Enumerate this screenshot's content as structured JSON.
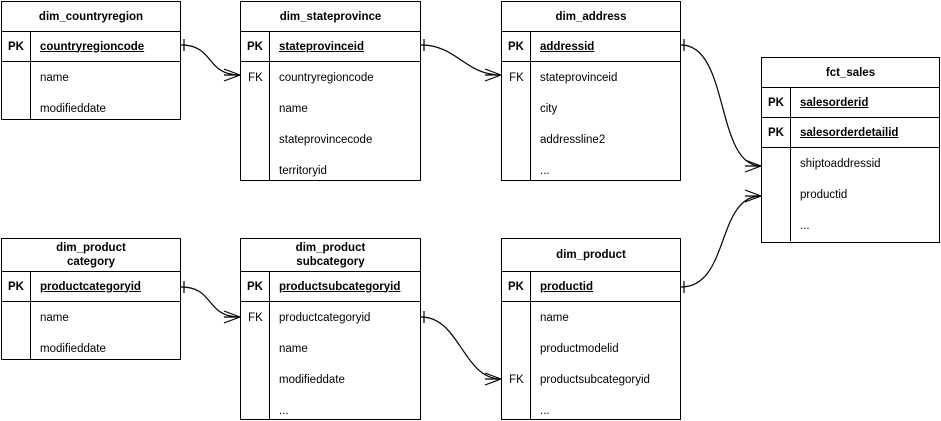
{
  "diagram": {
    "type": "entity-relationship-diagram",
    "title_lines_separator": " ",
    "key_labels": {
      "pk": "PK",
      "fk": "FK"
    },
    "ellipsis": "..."
  },
  "entities": [
    {
      "id": "dim_countryregion",
      "title": [
        "dim_countryregion"
      ],
      "keys": [
        {
          "tag": "PK",
          "name": "countryregioncode"
        }
      ],
      "attributes": [
        {
          "tag": "",
          "name": "name"
        },
        {
          "tag": "",
          "name": "modifieddate"
        }
      ]
    },
    {
      "id": "dim_stateprovince",
      "title": [
        "dim_stateprovince"
      ],
      "keys": [
        {
          "tag": "PK",
          "name": "stateprovinceid"
        }
      ],
      "attributes": [
        {
          "tag": "FK",
          "name": "countryregioncode"
        },
        {
          "tag": "",
          "name": "name"
        },
        {
          "tag": "",
          "name": "stateprovincecode"
        },
        {
          "tag": "",
          "name": "territoryid"
        }
      ]
    },
    {
      "id": "dim_address",
      "title": [
        "dim_address"
      ],
      "keys": [
        {
          "tag": "PK",
          "name": "addressid"
        }
      ],
      "attributes": [
        {
          "tag": "FK",
          "name": "stateprovinceid"
        },
        {
          "tag": "",
          "name": "city"
        },
        {
          "tag": "",
          "name": "addressline2"
        },
        {
          "tag": "",
          "name": "..."
        }
      ]
    },
    {
      "id": "fct_sales",
      "title": [
        "fct_sales"
      ],
      "keys": [
        {
          "tag": "PK",
          "name": "salesorderid"
        },
        {
          "tag": "PK",
          "name": "salesorderdetailid"
        }
      ],
      "attributes": [
        {
          "tag": "",
          "name": "shiptoaddressid"
        },
        {
          "tag": "",
          "name": "productid"
        },
        {
          "tag": "",
          "name": "..."
        }
      ]
    },
    {
      "id": "dim_productcategory",
      "title": [
        "dim_product",
        "category"
      ],
      "keys": [
        {
          "tag": "PK",
          "name": "productcategoryid"
        }
      ],
      "attributes": [
        {
          "tag": "",
          "name": "name"
        },
        {
          "tag": "",
          "name": "modifieddate"
        }
      ]
    },
    {
      "id": "dim_productsubcategory",
      "title": [
        "dim_product",
        "subcategory"
      ],
      "keys": [
        {
          "tag": "PK",
          "name": "productsubcategoryid"
        }
      ],
      "attributes": [
        {
          "tag": "FK",
          "name": "productcategoryid"
        },
        {
          "tag": "",
          "name": "name"
        },
        {
          "tag": "",
          "name": "modifieddate"
        },
        {
          "tag": "",
          "name": "..."
        }
      ]
    },
    {
      "id": "dim_product",
      "title": [
        "dim_product"
      ],
      "keys": [
        {
          "tag": "PK",
          "name": "productid"
        }
      ],
      "attributes": [
        {
          "tag": "",
          "name": "name"
        },
        {
          "tag": "",
          "name": "productmodelid"
        },
        {
          "tag": "FK",
          "name": "productsubcategoryid"
        },
        {
          "tag": "",
          "name": "..."
        }
      ]
    }
  ],
  "relationships": [
    {
      "from": "dim_countryregion.countryregioncode",
      "to": "dim_stateprovince.countryregioncode",
      "cardinality": "one-to-many"
    },
    {
      "from": "dim_stateprovince.stateprovinceid",
      "to": "dim_address.stateprovinceid",
      "cardinality": "one-to-many"
    },
    {
      "from": "dim_address.addressid",
      "to": "fct_sales.shiptoaddressid",
      "cardinality": "one-to-many"
    },
    {
      "from": "dim_product.productid",
      "to": "fct_sales.productid",
      "cardinality": "one-to-many"
    },
    {
      "from": "dim_productcategory.productcategoryid",
      "to": "dim_productsubcategory.productcategoryid",
      "cardinality": "one-to-many"
    },
    {
      "from": "dim_productsubcategory.productsubcategoryid",
      "to": "dim_product.productsubcategoryid",
      "cardinality": "one-to-many"
    }
  ],
  "colors": {
    "line": "#000000",
    "background": "#ffffff",
    "text": "#000000"
  }
}
